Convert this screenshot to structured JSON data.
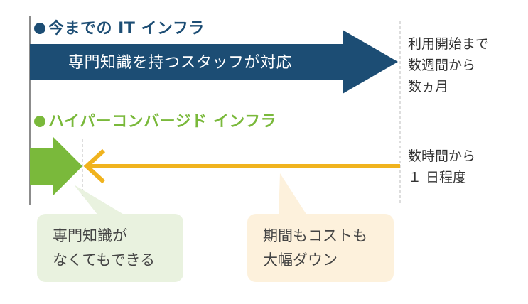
{
  "legacy": {
    "heading": "今までの IT インフラ",
    "arrow_text": "専門知識を持つスタッフが対応",
    "time_line1": "利用開始まで",
    "time_line2": "数週間から",
    "time_line3": "数ヵ月",
    "color": "#1c4d74"
  },
  "hci": {
    "heading": "ハイパーコンバージド インフラ",
    "time_line1": "数時間から",
    "time_line2": "１ 日程度",
    "color": "#7ab93b",
    "span_arrow_color": "#f0b31e"
  },
  "callouts": {
    "skill_line1": "専門知識が",
    "skill_line2": "なくてもできる",
    "skill_bg": "#e9f2df",
    "cost_line1": "期間もコストも",
    "cost_line2": "大幅ダウン",
    "cost_bg": "#fdf1dc"
  }
}
